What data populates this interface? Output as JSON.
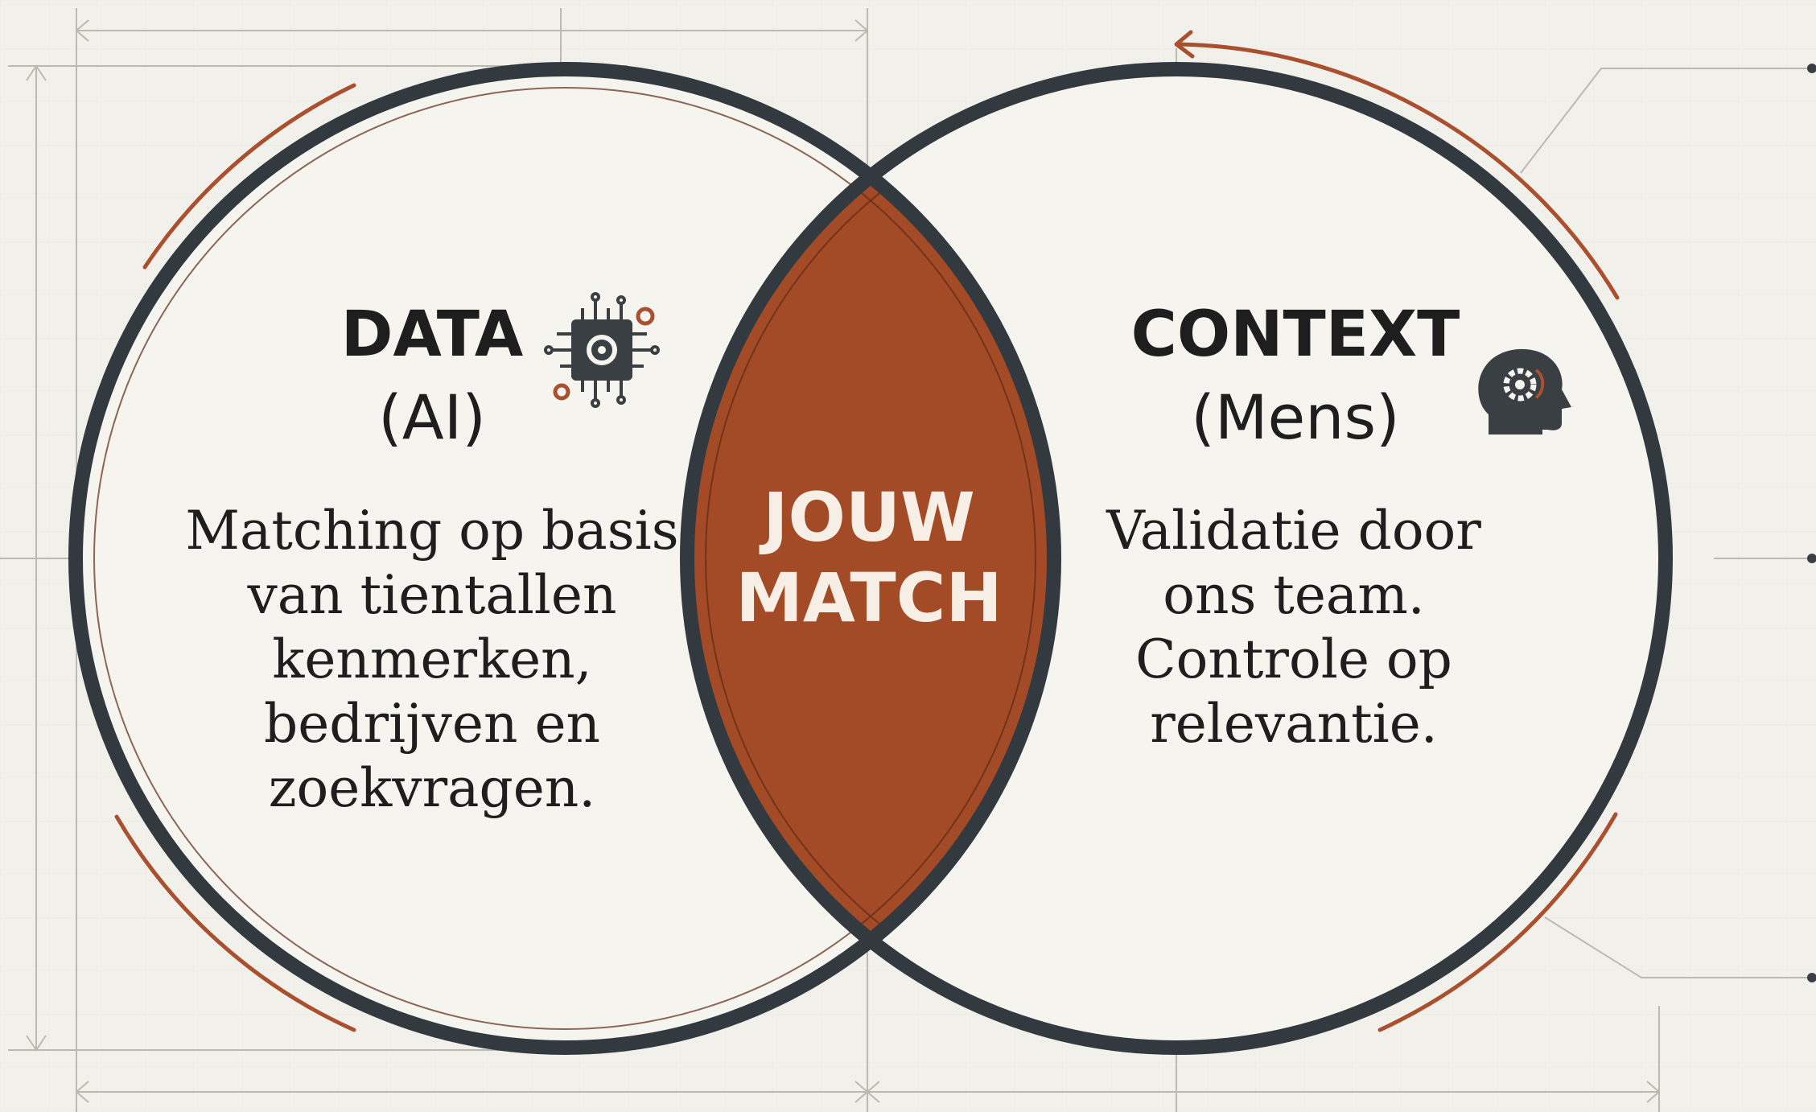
{
  "left": {
    "title": "DATA",
    "subtitle": "(AI)",
    "icon": "ai-chip-gear-icon",
    "body_lines": [
      "Matching op basis",
      "van tientallen",
      "kenmerken,",
      "bedrijven en",
      "zoekvragen."
    ]
  },
  "right": {
    "title": "CONTEXT",
    "subtitle": "(Mens)",
    "icon": "human-head-gear-icon",
    "body_lines": [
      "Validatie door",
      "ons team.",
      "Controle op",
      "relevantie."
    ]
  },
  "center": {
    "lines": [
      "JOUW",
      "MATCH"
    ]
  },
  "colors": {
    "background": "#f2f0eb",
    "circle_stroke": "#333a3f",
    "accent": "#a9502f",
    "overlap_fill": "#a34a27",
    "guide_lines": "#c9c6bf"
  }
}
